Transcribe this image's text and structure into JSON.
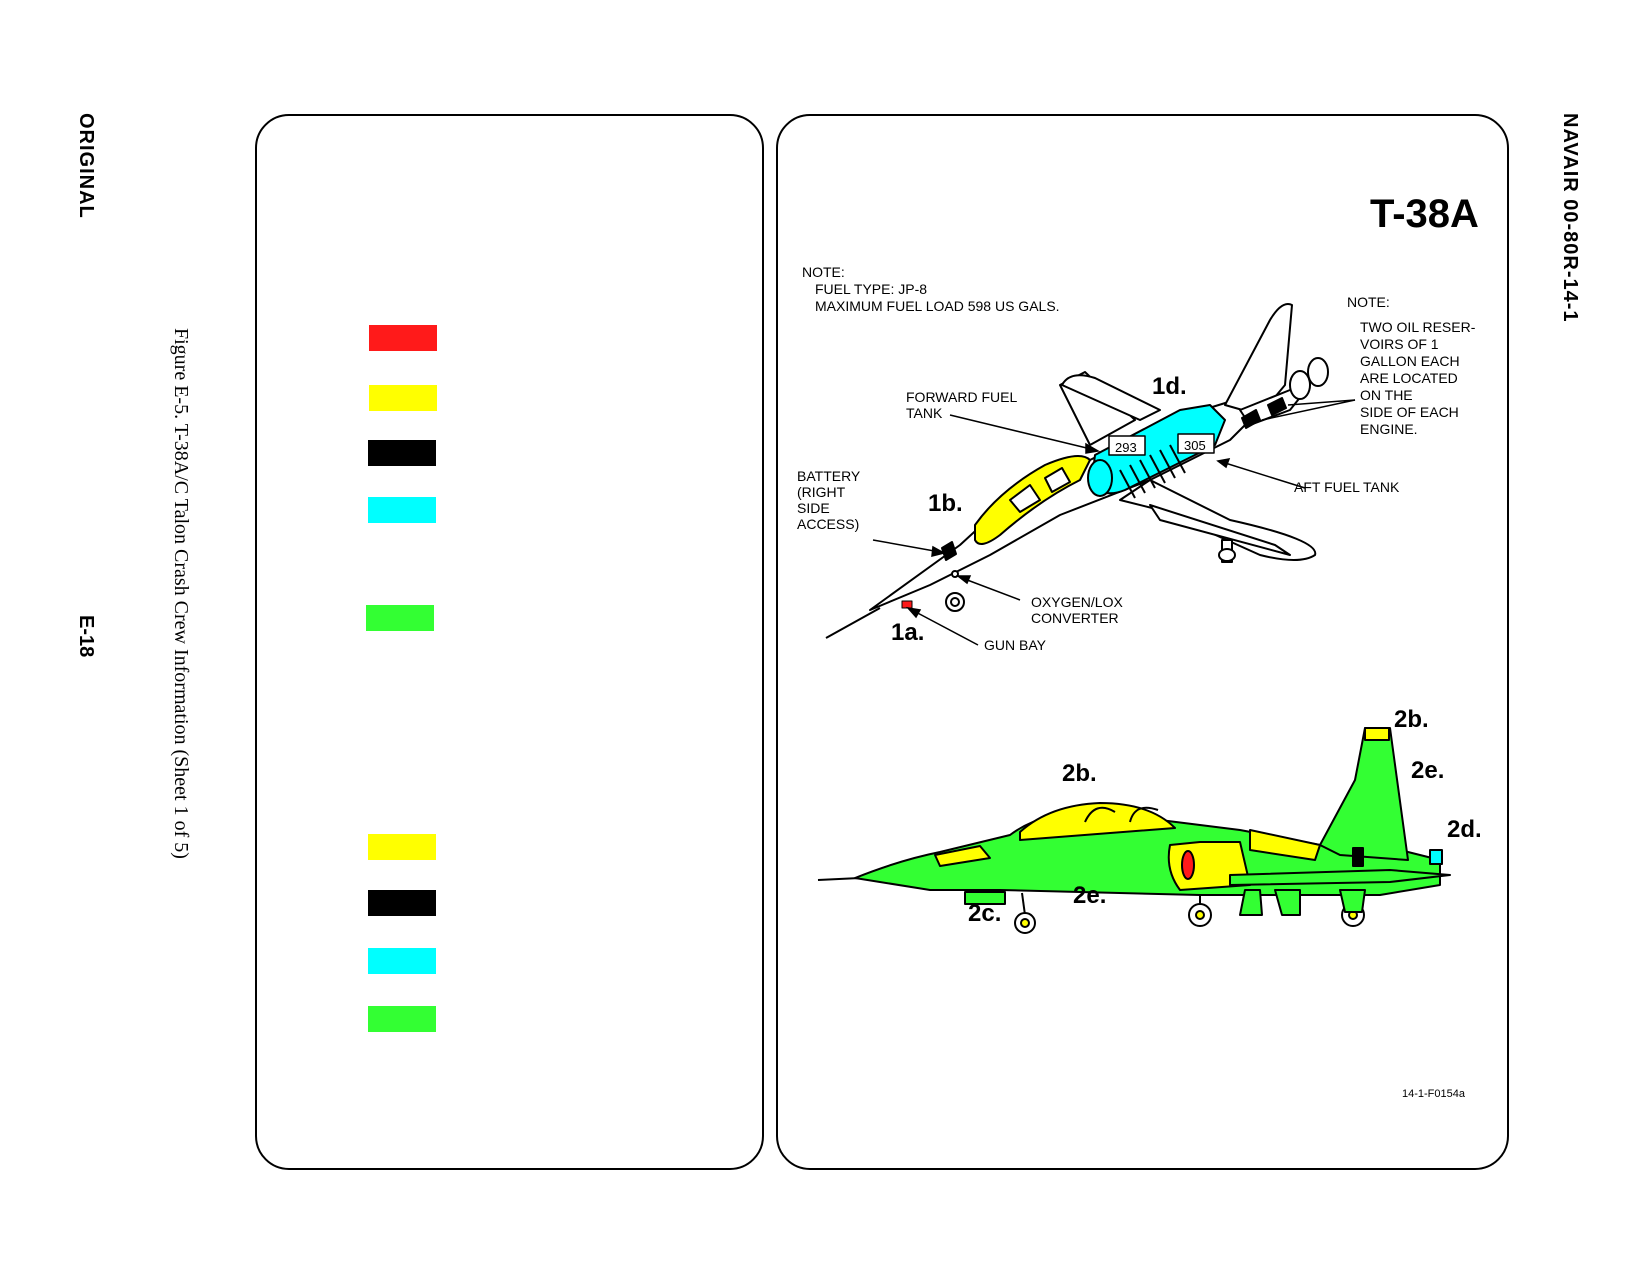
{
  "side": {
    "original": "ORIGINAL",
    "page_number": "E-18",
    "caption": "Figure E-5.  T-38A/C Talon Crash Crew Information (Sheet 1 of 5)",
    "doc_number": "NAVAIR 00-80R-14-1"
  },
  "legend_swatches": [
    {
      "color": "#ff1a1a"
    },
    {
      "color": "#ffff00"
    },
    {
      "color": "#000000"
    },
    {
      "color": "#00ffff"
    },
    {
      "color": "#33ff33"
    },
    {
      "color": "#ffff00"
    },
    {
      "color": "#000000"
    },
    {
      "color": "#00ffff"
    },
    {
      "color": "#33ff33"
    }
  ],
  "diagram": {
    "model": "T-38A",
    "note_left": {
      "heading": "NOTE:",
      "line1": "FUEL TYPE: JP-8",
      "line2": "MAXIMUM FUEL LOAD 598 US GALS."
    },
    "note_right": {
      "heading": "NOTE:",
      "lines": [
        "TWO OIL RESER-",
        "VOIRS OF 1",
        "GALLON EACH",
        "ARE LOCATED",
        "ON THE",
        "SIDE OF EACH",
        "ENGINE."
      ]
    },
    "labels": {
      "forward_fuel_tank_1": "FORWARD FUEL",
      "forward_fuel_tank_2": "TANK",
      "battery_1": "BATTERY",
      "battery_2": "(RIGHT",
      "battery_3": "SIDE",
      "battery_4": "ACCESS)",
      "oxygen_1": "OXYGEN/LOX",
      "oxygen_2": "CONVERTER",
      "gun_bay": "GUN BAY",
      "aft_fuel_tank": "AFT FUEL TANK",
      "tank_293": "293",
      "tank_305": "305"
    },
    "callouts": {
      "c1a": "1a.",
      "c1b": "1b.",
      "c1d": "1d.",
      "c2b_top": "2b.",
      "c2b_canopy": "2b.",
      "c2e_tail": "2e.",
      "c2d": "2d.",
      "c2e_gear": "2e.",
      "c2c": "2c."
    },
    "figure_id": "14-1-F0154a",
    "colors": {
      "red": "#ff1a1a",
      "yellow": "#ffff00",
      "cyan": "#00ffff",
      "green": "#33ff33",
      "black": "#000000"
    }
  }
}
